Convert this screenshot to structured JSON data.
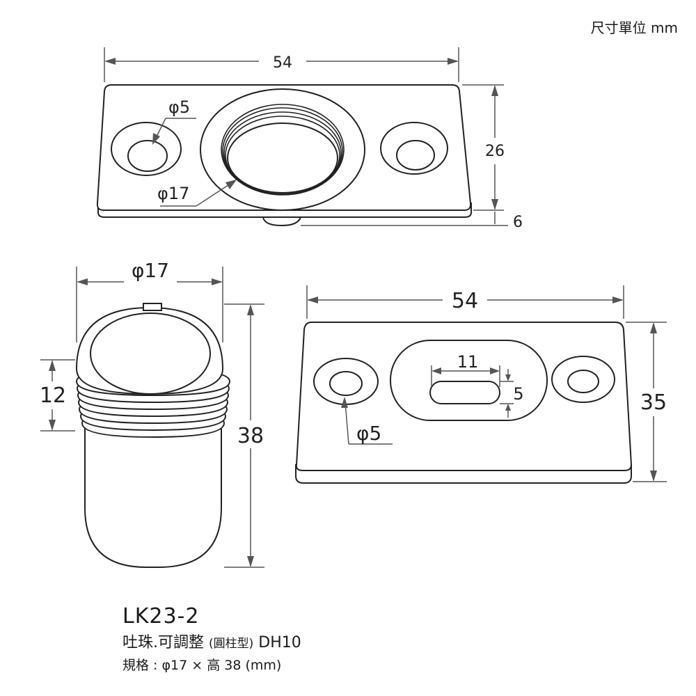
{
  "unit_label": "尺寸單位 mm",
  "product": {
    "model": "LK23-2",
    "name": "吐珠.可調整",
    "type_note": "(圓柱型)",
    "code": "DH10",
    "spec": "規格 : φ17 × 高 38  (mm)"
  },
  "top_view": {
    "width_dim": "54",
    "height_dim": "26",
    "thickness_dim": "6",
    "hole_dim": "φ5",
    "bore_dim": "φ17"
  },
  "side_view": {
    "diameter_dim": "φ17",
    "thread_dim": "12",
    "height_dim": "38"
  },
  "bottom_view": {
    "width_dim": "54",
    "height_dim": "35",
    "slot_length_dim": "11",
    "slot_width_dim": "5",
    "hole_dim": "φ5"
  },
  "colors": {
    "line": "#222222",
    "dimension": "#555555",
    "background": "#ffffff"
  }
}
